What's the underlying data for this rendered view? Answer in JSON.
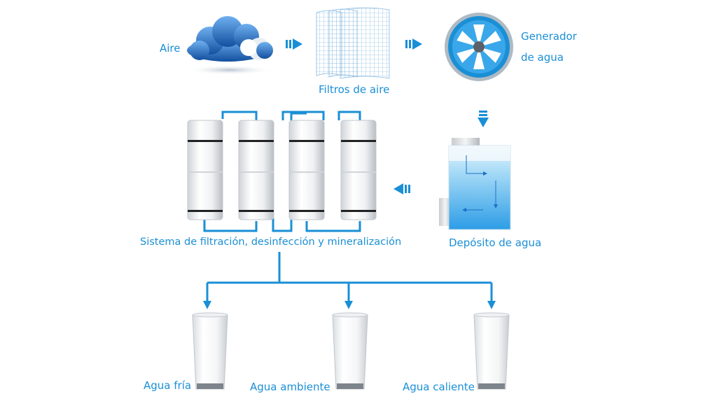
{
  "labels": {
    "air": "Aire",
    "air_filters": "Filtros de aire",
    "water_generator_line1": "Generador",
    "water_generator_line2": "de agua",
    "water_tank": "Depósito de agua",
    "filtration_system": "Sistema de filtración, desinfección y mineralización",
    "cold_water": "Agua fría",
    "room_water": "Agua ambiente",
    "hot_water": "Agua caliente"
  },
  "colors": {
    "accent": "#1a8fd6",
    "pipe": "#1a8fd6",
    "cloud": "#1f6fc4",
    "water": "#5fb8ec"
  }
}
